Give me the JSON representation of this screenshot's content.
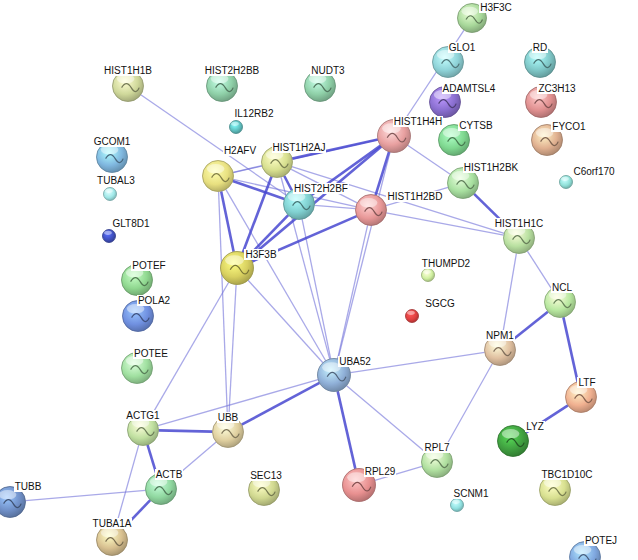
{
  "diagram": {
    "nodes": [
      {
        "text": [
          "H3F3C"
        ]
      },
      {
        "text": [
          "GLO1"
        ]
      },
      {
        "text": [
          "RD"
        ]
      },
      {
        "text": [
          "HIST1H1B"
        ]
      },
      {
        "text": [
          "HIST2H2BB"
        ]
      },
      {
        "text": [
          "NUDT3"
        ]
      },
      {
        "text": [
          "ADAMTSL4"
        ]
      },
      {
        "text": [
          "ZC3H13"
        ]
      },
      {
        "text": [
          "IL12RB2"
        ]
      },
      {
        "text": [
          "HIST1H4H"
        ]
      },
      {
        "text": [
          "CYTSB"
        ]
      },
      {
        "text": [
          "FYCO1"
        ]
      },
      {
        "text": [
          "GCOM1"
        ]
      },
      {
        "text": [
          "HIST1H2AJ"
        ]
      },
      {
        "text": [
          "H2AFV"
        ]
      },
      {
        "text": [
          "HIST1H2BK"
        ]
      },
      {
        "text": [
          "C6orf170"
        ]
      },
      {
        "text": [
          "TUBAL3"
        ]
      },
      {
        "text": [
          "HIST2H2BF"
        ]
      },
      {
        "text": [
          "HIST1H2BD"
        ]
      },
      {
        "text": [
          "GLT8D1"
        ]
      },
      {
        "text": [
          "HIST1H1C"
        ]
      },
      {
        "text": [
          "H3F3B"
        ]
      },
      {
        "text": [
          "THUMPD2"
        ]
      },
      {
        "text": [
          "POTEF"
        ]
      },
      {
        "text": [
          "NCL"
        ]
      },
      {
        "text": [
          "SGCG"
        ]
      },
      {
        "text": [
          "POLA2"
        ]
      },
      {
        "text": [
          "NPM1"
        ]
      },
      {
        "text": [
          "POTEE"
        ]
      },
      {
        "text": [
          "UBA52"
        ]
      },
      {
        "text": [
          "LTF"
        ]
      },
      {
        "text": [
          "ACTG1"
        ]
      },
      {
        "text": [
          "UBB"
        ]
      },
      {
        "text": [
          "LYZ"
        ]
      },
      {
        "text": [
          "RPL7"
        ]
      },
      {
        "text": [
          "SEC13"
        ]
      },
      {
        "text": [
          "TBC1D10C"
        ]
      },
      {
        "text": [
          "RPL29"
        ]
      },
      {
        "text": [
          "ACTB"
        ]
      },
      {
        "text": [
          "SCNM1"
        ]
      },
      {
        "text": [
          "TUBB"
        ]
      },
      {
        "text": [
          "TUBA1A"
        ]
      },
      {
        "text": [
          "POTEJ"
        ]
      }
    ],
    "edges": [
      {
        "from": 3,
        "to": 18,
        "arrow": "none"
      },
      {
        "from": 0,
        "to": 9,
        "arrow": "none"
      },
      {
        "from": 14,
        "to": 13,
        "arrow": "none"
      },
      {
        "from": 14,
        "to": 9,
        "arrow": "none"
      },
      {
        "from": 14,
        "to": 22,
        "arrow": "none"
      },
      {
        "from": 14,
        "to": 18,
        "arrow": "none"
      },
      {
        "from": 14,
        "to": 19,
        "arrow": "none"
      },
      {
        "from": 14,
        "to": 30,
        "arrow": "none"
      },
      {
        "from": 14,
        "to": 33,
        "arrow": "none"
      },
      {
        "from": 13,
        "to": 9,
        "arrow": "none"
      },
      {
        "from": 13,
        "to": 22,
        "arrow": "none"
      },
      {
        "from": 13,
        "to": 18,
        "arrow": "none"
      },
      {
        "from": 13,
        "to": 19,
        "arrow": "none"
      },
      {
        "from": 13,
        "to": 30,
        "arrow": "none"
      },
      {
        "from": 13,
        "to": 21,
        "arrow": "none"
      },
      {
        "from": 9,
        "to": 18,
        "arrow": "none"
      },
      {
        "from": 9,
        "to": 19,
        "arrow": "none"
      },
      {
        "from": 9,
        "to": 22,
        "arrow": "none"
      },
      {
        "from": 9,
        "to": 30,
        "arrow": "none"
      },
      {
        "from": 9,
        "to": 15,
        "arrow": "none"
      },
      {
        "from": 15,
        "to": 19,
        "arrow": "none"
      },
      {
        "from": 15,
        "to": 21,
        "arrow": "none"
      },
      {
        "from": 18,
        "to": 22,
        "arrow": "none"
      },
      {
        "from": 18,
        "to": 19,
        "arrow": "none"
      },
      {
        "from": 18,
        "to": 30,
        "arrow": "none"
      },
      {
        "from": 19,
        "to": 22,
        "arrow": "none"
      },
      {
        "from": 19,
        "to": 30,
        "arrow": "none"
      },
      {
        "from": 19,
        "to": 21,
        "arrow": "none"
      },
      {
        "from": 21,
        "to": 25,
        "arrow": "none"
      },
      {
        "from": 21,
        "to": 28,
        "arrow": "none"
      },
      {
        "from": 22,
        "to": 30,
        "arrow": "none"
      },
      {
        "from": 22,
        "to": 32,
        "arrow": "none"
      },
      {
        "from": 22,
        "to": 33,
        "arrow": "none"
      },
      {
        "from": 25,
        "to": 28,
        "arrow": "none"
      },
      {
        "from": 25,
        "to": 31,
        "arrow": "none"
      },
      {
        "from": 28,
        "to": 30,
        "arrow": "none"
      },
      {
        "from": 28,
        "to": 35,
        "arrow": "none"
      },
      {
        "from": 31,
        "to": 34,
        "arrow": "none"
      },
      {
        "from": 30,
        "to": 33,
        "arrow": "none"
      },
      {
        "from": 30,
        "to": 32,
        "arrow": "none"
      },
      {
        "from": 30,
        "to": 38,
        "arrow": "none"
      },
      {
        "from": 30,
        "to": 35,
        "arrow": "none"
      },
      {
        "from": 38,
        "to": 35,
        "arrow": "none"
      },
      {
        "from": 32,
        "to": 33,
        "arrow": "none"
      },
      {
        "from": 32,
        "to": 39,
        "arrow": "none"
      },
      {
        "from": 32,
        "to": 42,
        "arrow": "none"
      },
      {
        "from": 39,
        "to": 33,
        "arrow": "none"
      },
      {
        "from": 39,
        "to": 41,
        "arrow": "none"
      },
      {
        "from": 39,
        "to": 42,
        "arrow": "none"
      }
    ]
  }
}
